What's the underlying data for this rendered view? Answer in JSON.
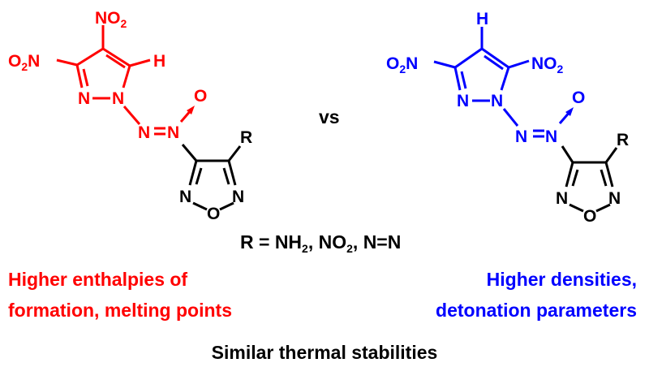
{
  "colors": {
    "left": "#ff0000",
    "right": "#0000ff",
    "neutral": "#000000"
  },
  "left_structure": {
    "atoms": {
      "nitro_top": "NO",
      "nitro_top_sub": "2",
      "nitro_left": "O",
      "nitro_left_sub": "2",
      "nitro_left_n": "N",
      "h": "H",
      "n2": "N",
      "n1": "N",
      "azo_n1": "N",
      "azo_n2": "N",
      "oxide_o": "O",
      "r": "R",
      "ring_n_left": "N",
      "ring_n_right": "N",
      "ring_o": "O"
    }
  },
  "vs_label": "vs",
  "right_structure": {
    "atoms": {
      "h": "H",
      "nitro_left": "O",
      "nitro_left_sub": "2",
      "nitro_left_n": "N",
      "nitro_right": "NO",
      "nitro_right_sub": "2",
      "n2": "N",
      "n1": "N",
      "azo_n1": "N",
      "azo_n2": "N",
      "oxide_o": "O",
      "r": "R",
      "ring_n_left": "N",
      "ring_n_right": "N",
      "ring_o": "O"
    }
  },
  "substituents": {
    "prefix": "R = NH",
    "sub1": "2",
    "mid": ", NO",
    "sub2": "2",
    "suffix": ", N=N"
  },
  "left_caption": [
    "Higher enthalpies of",
    "formation, melting points"
  ],
  "right_caption": [
    "Higher densities,",
    "detonation parameters"
  ],
  "bottom_caption": "Similar thermal stabilities"
}
